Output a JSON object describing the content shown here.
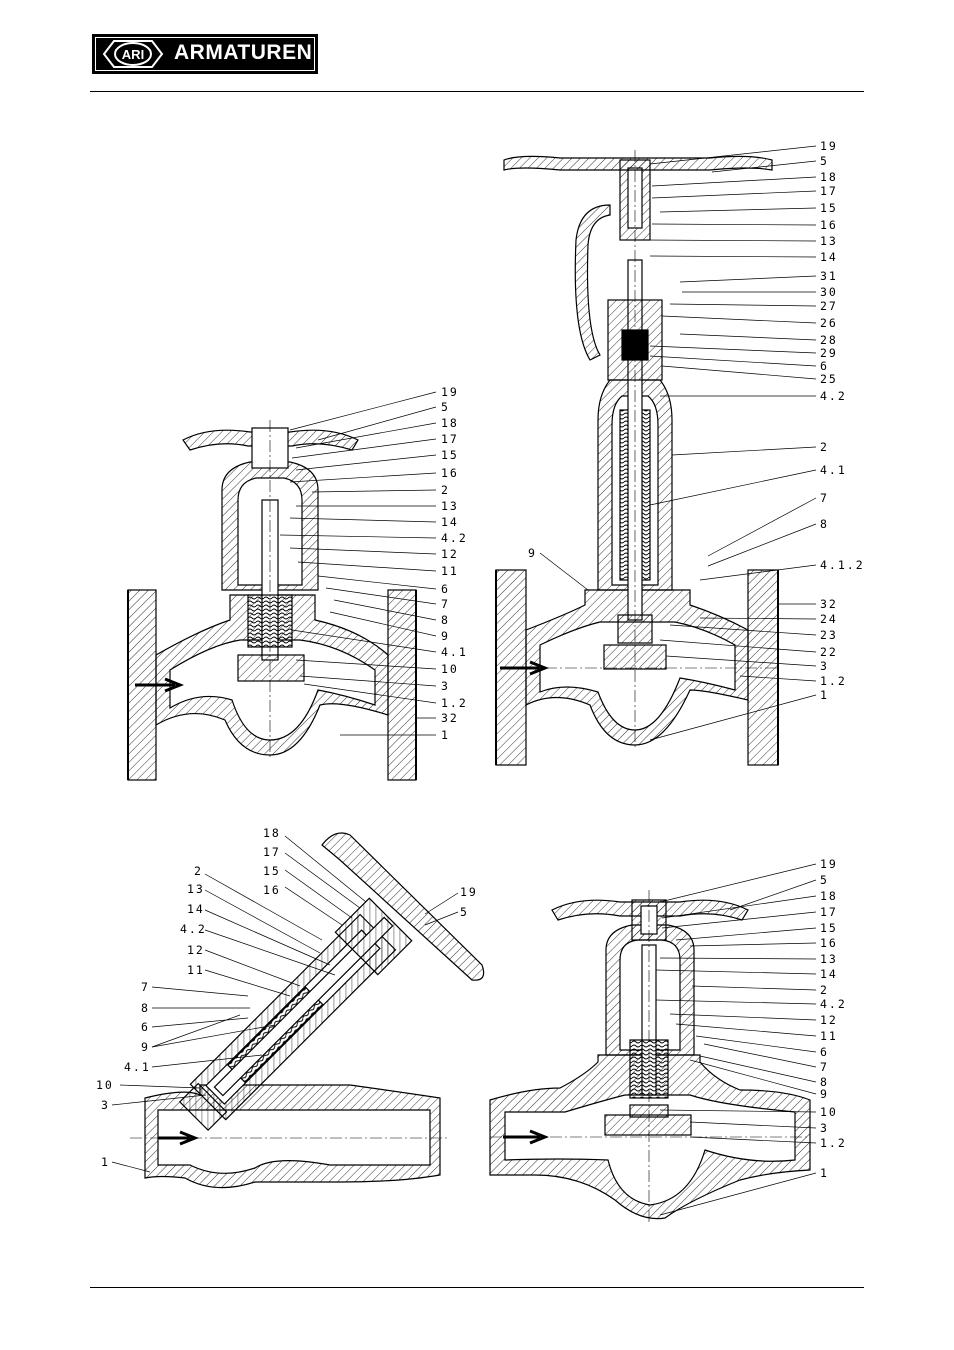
{
  "header": {
    "logo_badge_text": "ARI",
    "logo_brand_text": "ARMATUREN"
  },
  "diagrams": [
    {
      "id": "globe-valve-bellows",
      "labels": [
        "19",
        "5",
        "18",
        "17",
        "15",
        "16",
        "2",
        "13",
        "14",
        "4.2",
        "12",
        "11",
        "6",
        "7",
        "8",
        "9",
        "4.1",
        "10",
        "3",
        "1.2",
        "32",
        "1"
      ]
    },
    {
      "id": "globe-valve-extended-bellows",
      "labels": [
        "19",
        "5",
        "18",
        "17",
        "15",
        "16",
        "13",
        "14",
        "31",
        "30",
        "27",
        "26",
        "28",
        "29",
        "6",
        "25",
        "4.2",
        "2",
        "4.1",
        "7",
        "8",
        "4.1.2",
        "9",
        "32",
        "24",
        "23",
        "22",
        "3",
        "1.2",
        "1"
      ]
    },
    {
      "id": "y-pattern-valve",
      "labels": [
        "18",
        "17",
        "2",
        "15",
        "13",
        "16",
        "14",
        "4.2",
        "12",
        "11",
        "7",
        "8",
        "6",
        "9",
        "4.1",
        "10",
        "3",
        "1",
        "19",
        "5"
      ]
    },
    {
      "id": "globe-valve-buttweld",
      "labels": [
        "19",
        "5",
        "18",
        "17",
        "15",
        "16",
        "13",
        "14",
        "2",
        "4.2",
        "12",
        "11",
        "6",
        "7",
        "8",
        "9",
        "10",
        "3",
        "1.2",
        "1"
      ]
    }
  ]
}
